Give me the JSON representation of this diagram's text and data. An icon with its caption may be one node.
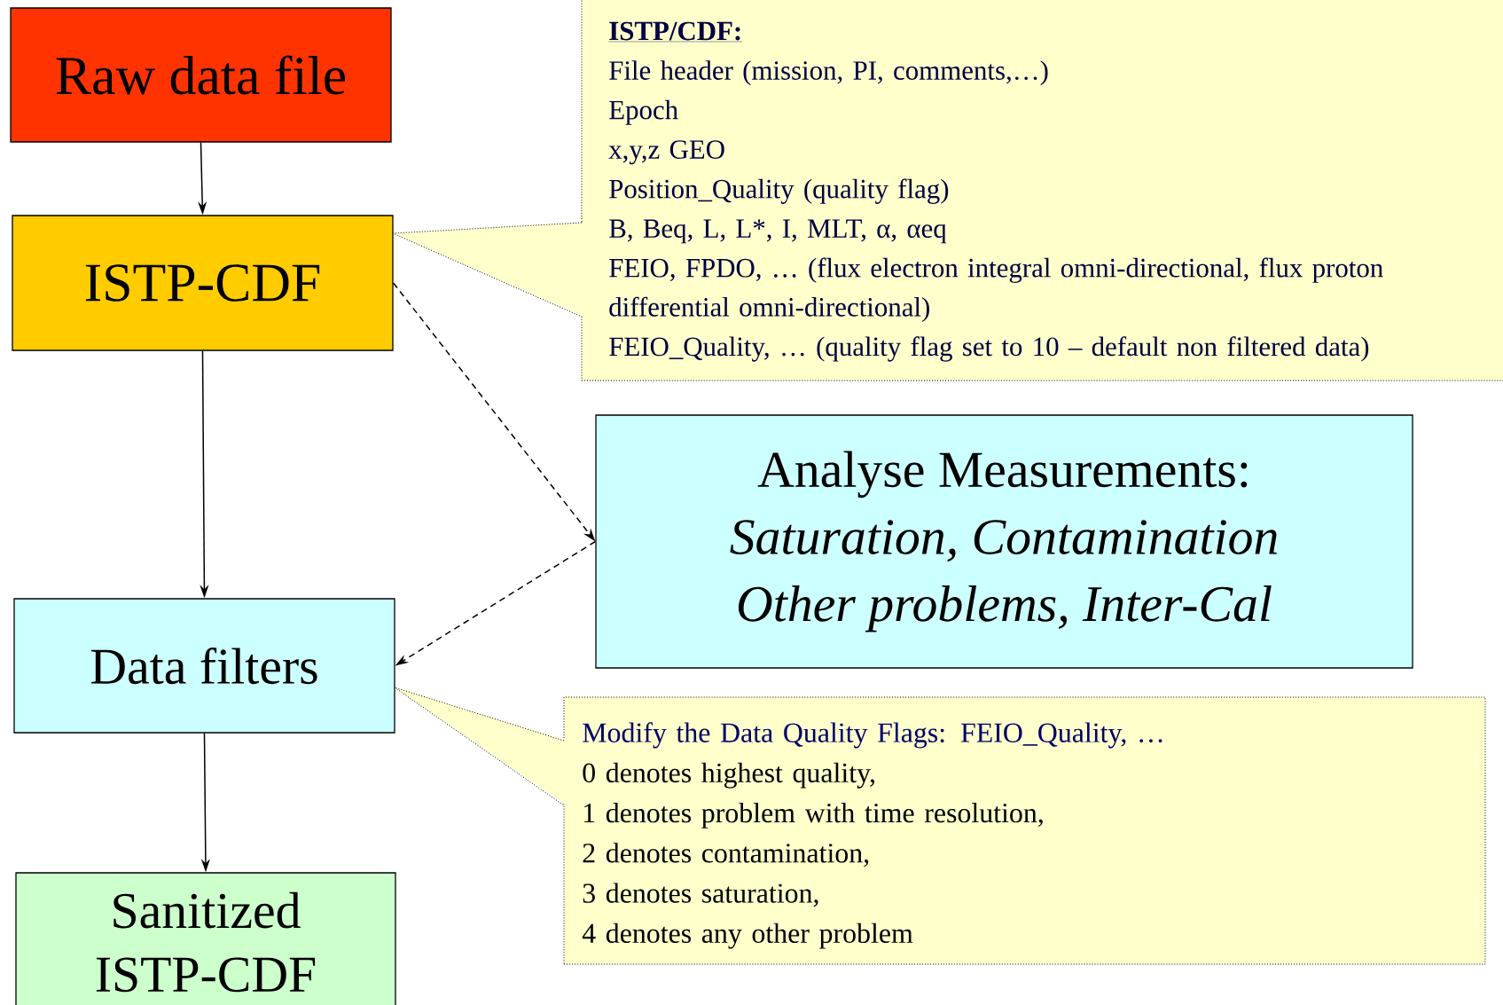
{
  "diagram": {
    "nodes": [
      {
        "text": [
          "Raw data file"
        ]
      },
      {
        "text": [
          "ISTP-CDF"
        ]
      },
      {
        "text": [
          "ISTP/CDF:",
          "File header (mission, PI, comments,…)",
          "Epoch",
          "x,y,z GEO",
          "Position_Quality (quality flag)",
          "B, Beq, L, L*, I, MLT, α, αeq",
          "FEIO, FPDO, … (flux electron integral omni-directional, flux proton differential omni-directional)",
          "FEIO_Quality, … (quality flag set to 10 – default non filtered data)"
        ]
      },
      {
        "text": [
          "Analyse Measurements:",
          "Saturation, Contamination",
          "Other problems, Inter-Cal"
        ]
      },
      {
        "text": [
          "Data filters"
        ]
      },
      {
        "text": [
          "Modify the Data Quality Flags: FEIO_Quality, …",
          "0 denotes highest quality,",
          "1 denotes problem with time resolution,",
          "2 denotes contamination,",
          "3 denotes saturation,",
          "4 denotes any other problem"
        ]
      },
      {
        "text": [
          "Sanitized ISTP-CDF"
        ]
      }
    ],
    "edges": [
      {
        "from": 0,
        "to": 1,
        "arrow": "to"
      },
      {
        "from": 1,
        "to": 4,
        "arrow": "to"
      },
      {
        "from": 4,
        "to": 6,
        "arrow": "to"
      },
      {
        "from": 1,
        "to": 3,
        "arrow": "to",
        "style": "dashed"
      },
      {
        "from": 3,
        "to": 4,
        "arrow": "to",
        "style": "dashed"
      }
    ]
  }
}
